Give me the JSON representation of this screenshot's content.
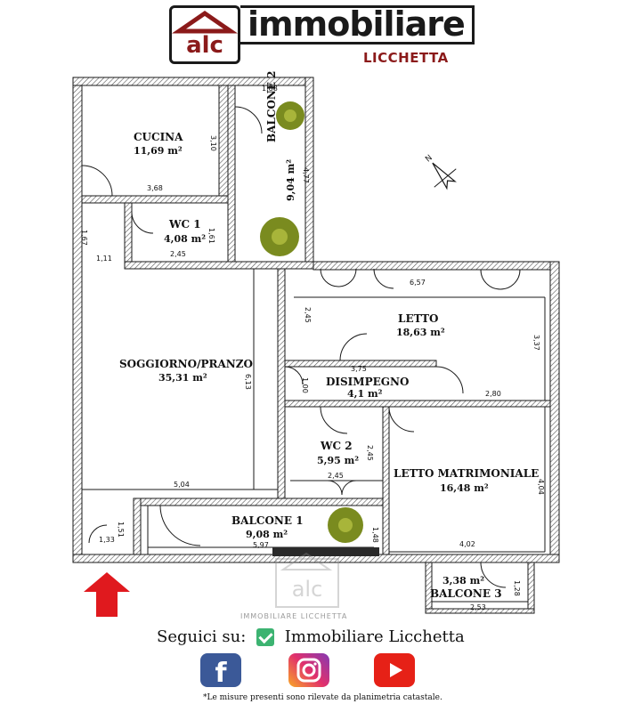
{
  "logo": {
    "mark": "alc",
    "title": "immobiliare",
    "subtitle": "LICCHETTA"
  },
  "rooms": {
    "cucina": {
      "name": "CUCINA",
      "area": "11,69 m²"
    },
    "balcone2": {
      "name": "BALCONE 2",
      "area": "9,04 m²"
    },
    "wc1": {
      "name": "WC 1",
      "area": "4,08 m²"
    },
    "soggiorno": {
      "name": "SOGGIORNO/PRANZO",
      "area": "35,31 m²"
    },
    "letto": {
      "name": "LETTO",
      "area": "18,63 m²"
    },
    "disimpegno": {
      "name": "DISIMPEGNO",
      "area": "4,1 m²"
    },
    "wc2": {
      "name": "WC 2",
      "area": "5,95 m²"
    },
    "matrimoniale": {
      "name": "LETTO MATRIMONIALE",
      "area": "16,48 m²"
    },
    "balcone1": {
      "name": "BALCONE 1",
      "area": "9,08 m²"
    },
    "balcone3": {
      "name": "BALCONE 3",
      "area": "3,38 m²"
    }
  },
  "dimensions": {
    "d188": "1,88",
    "d310": "3,10",
    "d368": "3,68",
    "d477": "4,77",
    "d167": "1,67",
    "d111": "1,11",
    "d161": "1,61",
    "d245a": "2,45",
    "d657": "6,57",
    "d245b": "2,45",
    "d337": "3,37",
    "d375": "3,75",
    "d100": "1,00",
    "d280": "2,80",
    "d613": "6,13",
    "d245c": "2,45",
    "d245d": "2,45",
    "d404": "4,04",
    "d504": "5,04",
    "d151": "1,51",
    "d133": "1,33",
    "d597": "5,97",
    "d148": "1,48",
    "d402": "4,02",
    "d128": "1,28",
    "d253": "2,53"
  },
  "watermark": {
    "mark": "alc",
    "text": "IMMOBILIARE LICCHETTA"
  },
  "footer": {
    "follow": "Seguici su:",
    "page_name": "Immobiliare Licchetta",
    "note": "*Le misure presenti sono rilevate da planimetria catastale."
  },
  "social": [
    "facebook-icon",
    "instagram-icon",
    "youtube-icon"
  ],
  "colors": {
    "wall": "#1a1a1a",
    "logo_red": "#8b1a1a",
    "arrow": "#e0191e",
    "plant": "#7a8b1f"
  }
}
